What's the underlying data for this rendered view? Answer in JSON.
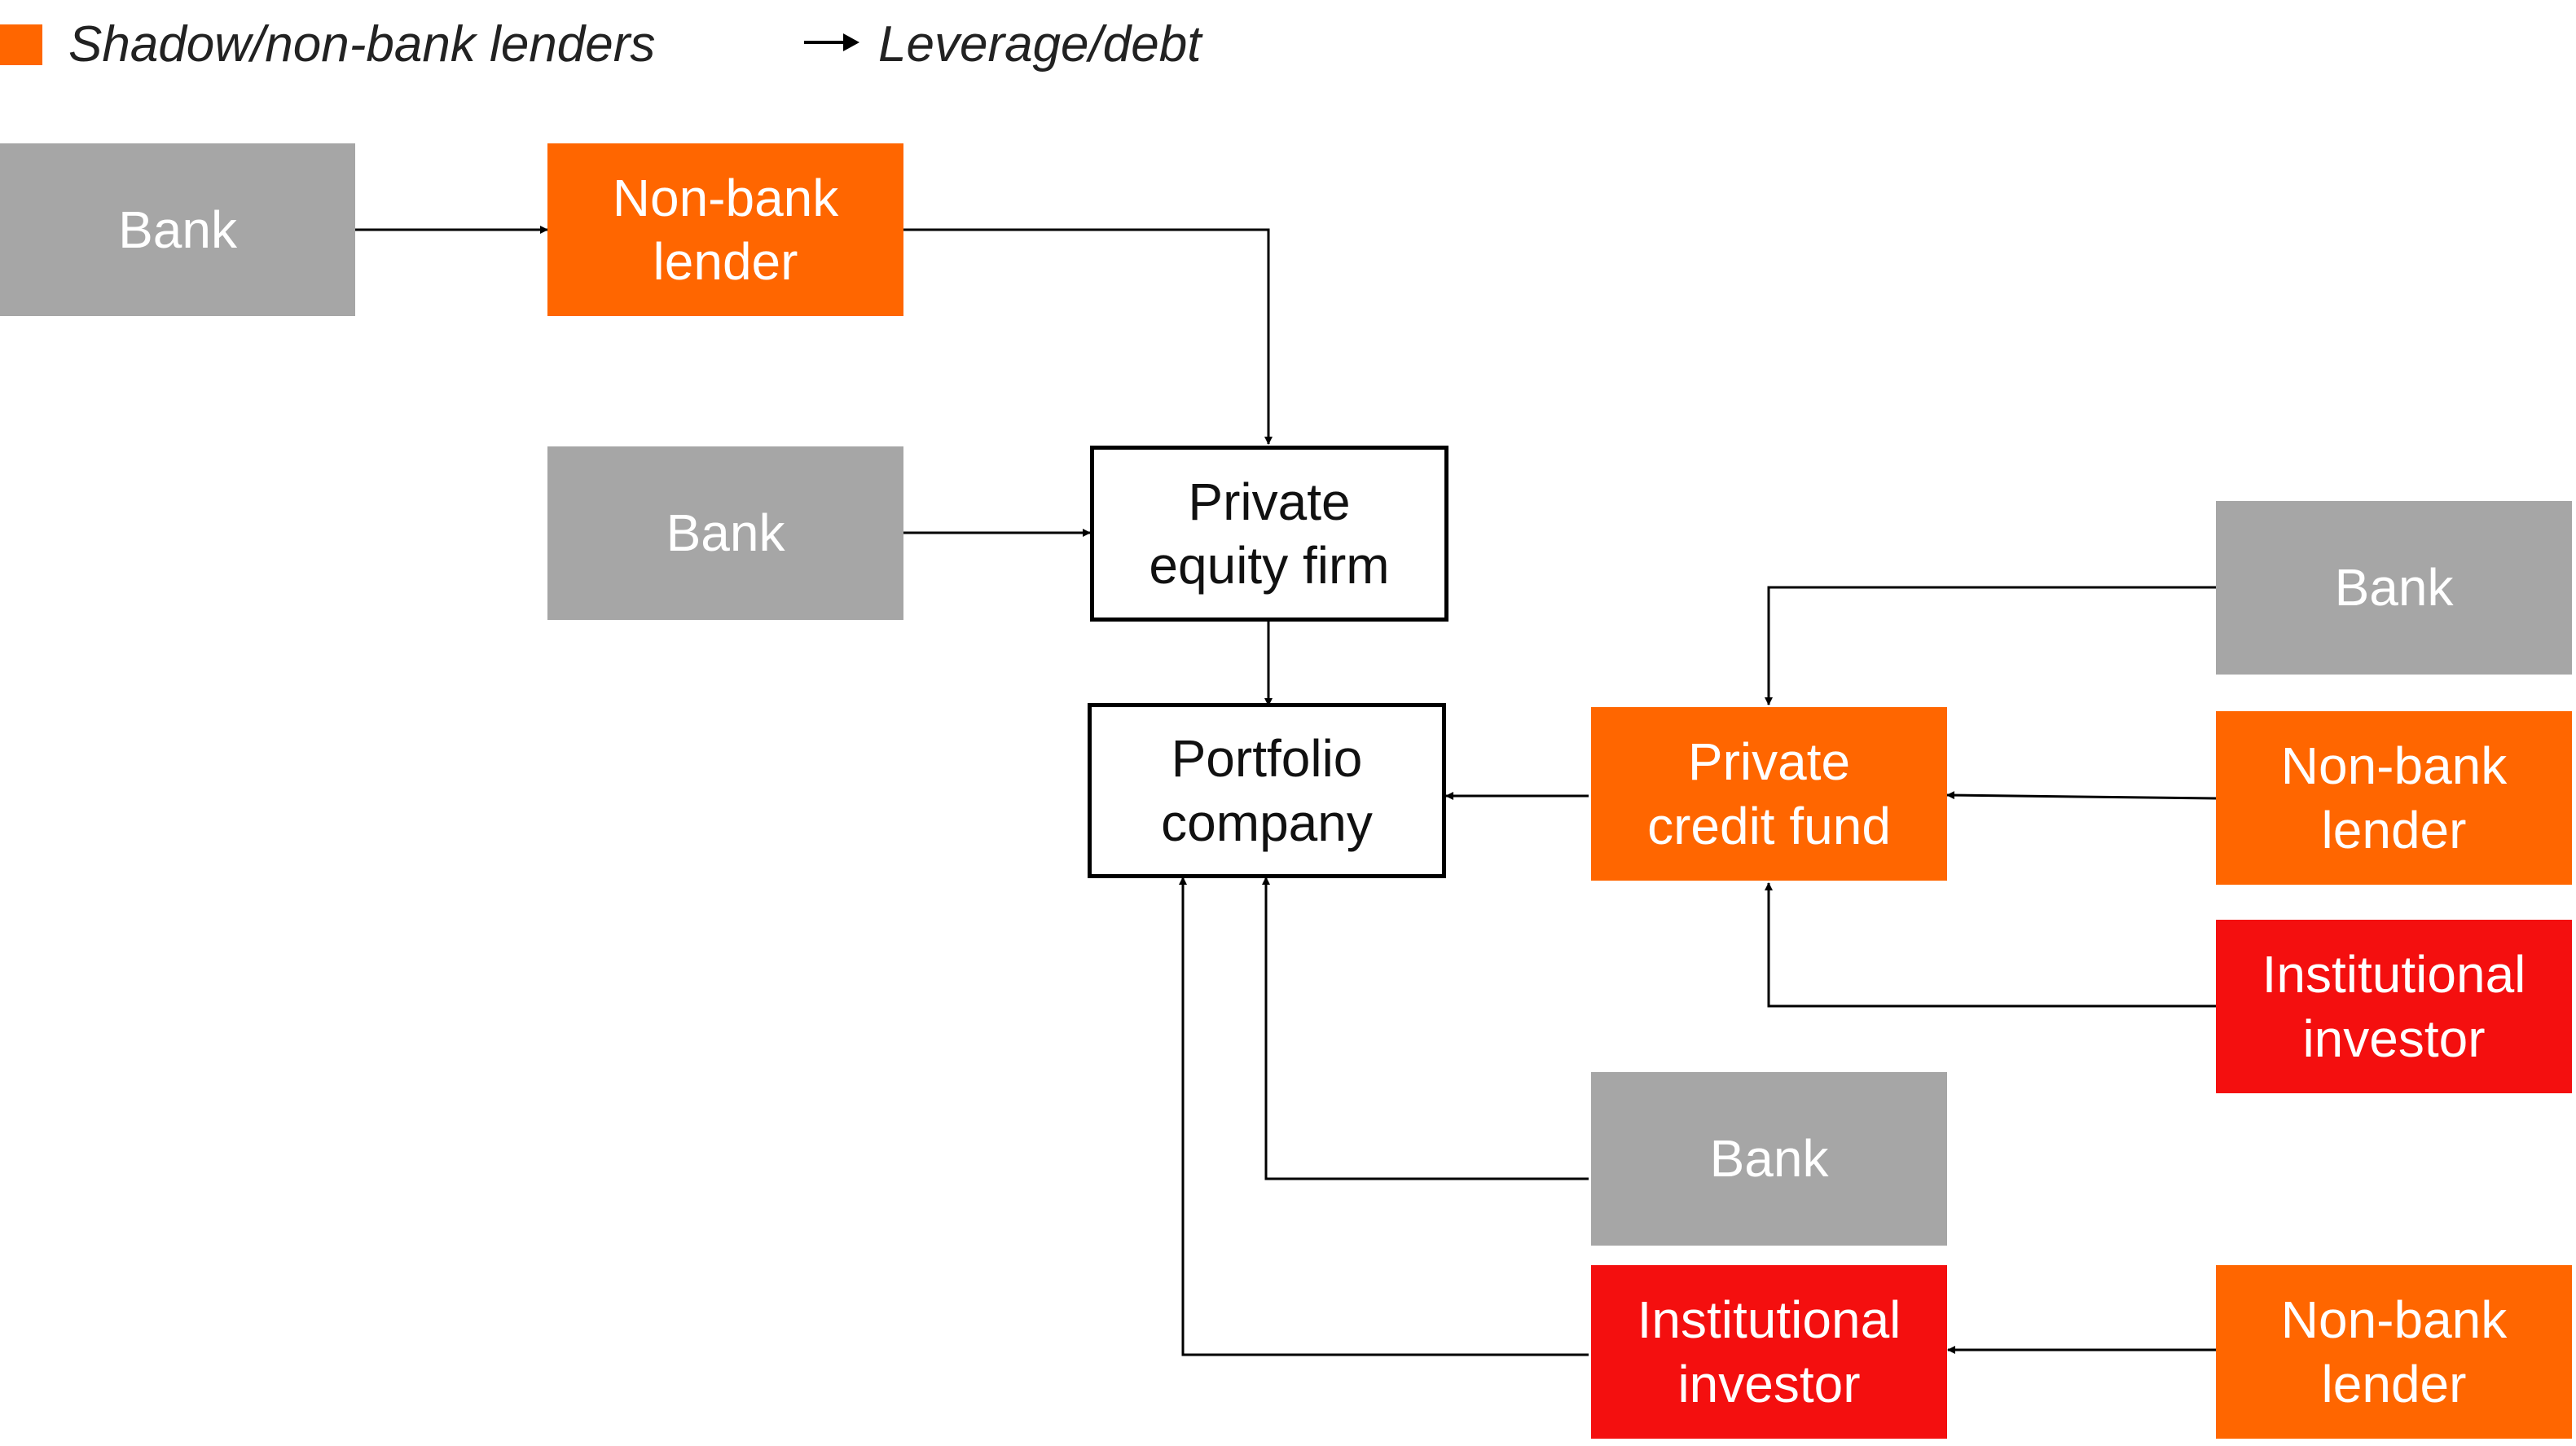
{
  "legend": {
    "shadow_label": "Shadow/non-bank lenders",
    "shadow_color": "#ff6600",
    "leverage_label": "Leverage/debt",
    "arrow_icon": "right-arrow-icon"
  },
  "colors": {
    "bank": "#a6a6a6",
    "non_bank": "#ff6600",
    "institutional": "#f40f0f",
    "outline": "#000000"
  },
  "nodes": {
    "bank_1": "Bank",
    "nonbank_1": "Non-bank\nlender",
    "bank_2": "Bank",
    "pe_firm": "Private\nequity firm",
    "portfolio": "Portfolio\ncompany",
    "credit_fund": "Private\ncredit fund",
    "bank_3": "Bank",
    "nonbank_2": "Non-bank\nlender",
    "institutional_1": "Institutional\ninvestor",
    "bank_4": "Bank",
    "institutional_2": "Institutional\ninvestor",
    "nonbank_3": "Non-bank\nlender"
  },
  "edges": [
    {
      "from": "bank_1",
      "to": "nonbank_1"
    },
    {
      "from": "nonbank_1",
      "to": "pe_firm"
    },
    {
      "from": "bank_2",
      "to": "pe_firm"
    },
    {
      "from": "pe_firm",
      "to": "portfolio"
    },
    {
      "from": "credit_fund",
      "to": "portfolio"
    },
    {
      "from": "bank_3",
      "to": "credit_fund"
    },
    {
      "from": "nonbank_2",
      "to": "credit_fund"
    },
    {
      "from": "institutional_1",
      "to": "credit_fund"
    },
    {
      "from": "bank_4",
      "to": "portfolio"
    },
    {
      "from": "institutional_2",
      "to": "portfolio"
    },
    {
      "from": "nonbank_3",
      "to": "institutional_2"
    }
  ]
}
